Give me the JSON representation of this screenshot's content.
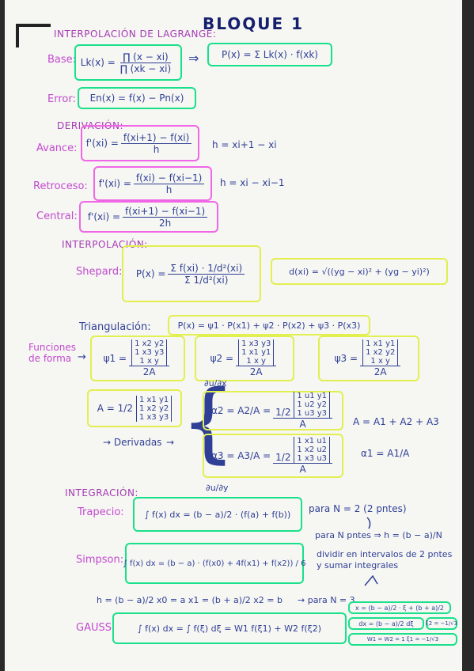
{
  "title": "BLOQUE 1",
  "lagrange": {
    "heading": "INTERPOLACIÓN DE LAGRANGE:",
    "base_label": "Base:",
    "base_lhs": "Lk(x) =",
    "base_num": "∏ (x − xi)",
    "base_den": "∏ (xk − xi)",
    "poly": "P(x) = Σ Lk(x) · f(xk)",
    "error_label": "Error:",
    "error_formula": "En(x) = f(x) − Pn(x)"
  },
  "derivacion": {
    "heading": "DERIVACIÓN:",
    "avance_label": "Avance:",
    "avance_lhs": "f'(xi) =",
    "avance_num": "f(xi+1) − f(xi)",
    "avance_den": "h",
    "avance_h": "h = xi+1 − xi",
    "retroceso_label": "Retroceso:",
    "retroceso_lhs": "f'(xi) =",
    "retroceso_num": "f(xi) − f(xi−1)",
    "retroceso_den": "h",
    "retroceso_h": "h = xi − xi−1",
    "central_label": "Central:",
    "central_lhs": "f'(xi) =",
    "central_num": "f(xi+1) − f(xi−1)",
    "central_den": "2h"
  },
  "interpolacion": {
    "heading": "INTERPOLACIÓN:",
    "shepard_label": "Shepard:",
    "shepard_lhs": "P(x) =",
    "shepard_num": "Σ f(xi) · 1/d²(xi)",
    "shepard_den": "Σ 1/d²(xi)",
    "distance": "d(xi) = √((yg − xi)² + (yg − yi)²)",
    "triang_label": "Triangulación:",
    "triang_formula": "P(x) = ψ1 · P(x1) + ψ2 · P(x2) + ψ3 · P(x3)",
    "funciones_label": "Funciones de forma",
    "psi1": "ψ1 =",
    "psi2": "ψ2 =",
    "psi3": "ψ3 =",
    "psi_den": "2A",
    "m_psi1": [
      "1 x2 y2",
      "1 x3 y3",
      "1 x y"
    ],
    "m_psi2": [
      "1 x3 y3",
      "1 x1 y1",
      "1 x y"
    ],
    "m_psi3": [
      "1 x1 y1",
      "1 x2 y2",
      "1 x y"
    ],
    "area_lhs": "A = 1/2",
    "m_area": [
      "1 x1 y1",
      "1 x2 y2",
      "1 x3 y3"
    ],
    "derivadas_label": "→ Derivadas",
    "du_dx": "∂u/∂x",
    "du_dy": "∂u/∂y",
    "alpha2": "α2 = A2/A =",
    "m_alpha2": [
      "1 u1 y1",
      "1 u2 y2",
      "1 u3 y3"
    ],
    "alpha3": "α3 = A3/A =",
    "m_alpha3": [
      "1 x1 u1",
      "1 x2 u2",
      "1 x3 u3"
    ],
    "half": "1/2",
    "a_den": "A",
    "area_sum": "A = A1 + A2 + A3",
    "alpha1": "α1 = A1/A"
  },
  "integracion": {
    "heading": "INTEGRACIÓN:",
    "trapecio_label": "Trapecio:",
    "trapecio_formula": "∫ f(x) dx = (b − a)/2 · (f(a) + f(b))",
    "trapecio_note": "para N = 2 (2 pntes)",
    "h_note": "para N pntes ⇒ h = (b − a)/N",
    "divide_note": "dividir en intervalos de 2 pntes y sumar integrales",
    "simpson_label": "Simpson:",
    "simpson_formula": "∫ f(x) dx = (b − a) · (f(x0) + 4f(x1) + f(x2)) / 6",
    "simpson_vars": "h = (b − a)/2   x0 = a   x1 = (b + a)/2   x2 = b",
    "simpson_note": "→ para N = 3",
    "gauss_label": "GAUSS:",
    "gauss_formula": "∫ f(x) dx = ∫ f(ξ) dξ = W1 f(ξ1) + W2 f(ξ2)",
    "gauss_x": "x = (b − a)/2 · ξ + (b + a)/2",
    "gauss_dx": "dx = (b − a)/2 dξ",
    "gauss_xi": "ξ2 = −1/√3",
    "gauss_w": "W1 = W2 = 1  ξ1 = −1/√3"
  },
  "colors": {
    "green": "#19e08a",
    "pink": "#f067e6",
    "yellow": "#e2ef50",
    "ink": "#2f3f96"
  }
}
